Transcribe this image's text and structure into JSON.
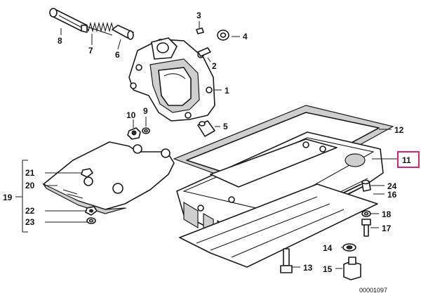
{
  "diagram": {
    "callouts": {
      "c1": "1",
      "c2": "2",
      "c3": "3",
      "c4": "4",
      "c5": "5",
      "c6": "6",
      "c7": "7",
      "c8": "8",
      "c9": "9",
      "c10": "10",
      "c11": "11",
      "c12": "12",
      "c13": "13",
      "c14": "14",
      "c15": "15",
      "c16": "16",
      "c17": "17",
      "c18": "18",
      "c19": "19",
      "c20": "20",
      "c21": "21",
      "c22": "22",
      "c23": "23",
      "c24": "24"
    },
    "highlighted_callout": "11",
    "highlight_color": "#d6247a",
    "drawing_id": "00001097"
  }
}
